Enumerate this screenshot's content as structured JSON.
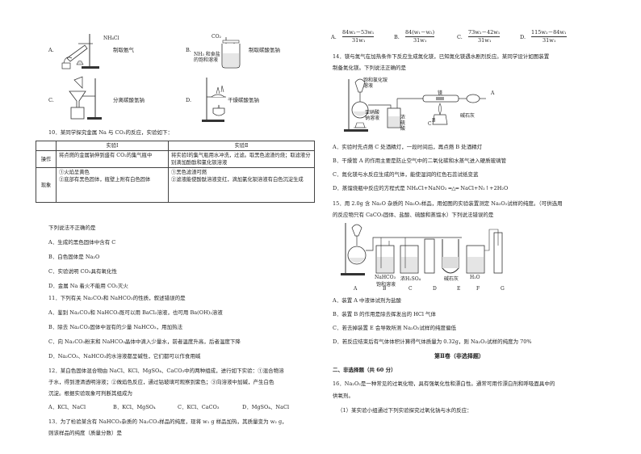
{
  "q9_items": [
    {
      "letter": "A.",
      "desc": "制取氨气",
      "reagent": "NH₄Cl"
    },
    {
      "letter": "B.",
      "desc": "制取碳酸氢钠",
      "reagent_top": "CO₂",
      "reagent_bottom1": "NH₃ 和食盐",
      "reagent_bottom2": "的饱和溶液"
    },
    {
      "letter": "C.",
      "desc": "分离碳酸氢钠"
    },
    {
      "letter": "D.",
      "desc": "干燥碳酸氢钠"
    }
  ],
  "q10": {
    "stem": "10．某同学探究金属 Na 与 CO₂的反应，实验如下：",
    "col1": "实验Ⅰ",
    "col2": "实验Ⅱ",
    "row1_head": "操作",
    "row1_c1": "将点燃的金属钠伸到盛有 CO₂的集气瓶中",
    "row1_c2": "将实验Ⅰ的集气瓶用水冲洗，过滤。取黑色滤渣灼烧；取滤液分别滴加酚酞和氯化钡溶液",
    "row2_head": "现象",
    "row2_c1a": "①火焰呈黄色",
    "row2_c1b": "②底部有黑色固体，瓶壁上附有白色固体",
    "row2_c2a": "①黑色滤渣可燃",
    "row2_c2b": "②滤液能使酚酞溶液变红，滴加氯化钡溶液有白色沉淀生成",
    "prompt": "下列说法不正确的是",
    "options": [
      "A．生成的黑色固体中含有 C",
      "B．白色固体是 Na₂O",
      "C．实验说明 CO₂具有氧化性",
      "D．金属 Na 着火不能用 CO₂灭火"
    ]
  },
  "q11": {
    "stem": "11．下列有关 Na₂CO₃和 NaHCO₃的性质，叙述错误的是",
    "options": [
      "A．鉴别 Na₂CO₃和 NaHCO₃既可以用 BaCl₂溶液，也可用 Ba(OH)₂溶液",
      "B．除去 Na₂CO₃固体中混有的少量 NaHCO₃，用加热法",
      "C．向 Na₂CO₃粉末和 NaHCO₃晶体中滴入少量水，前者温度升高，后者温度下降",
      "D．Na₂CO₃、NaHCO₃的水溶液都呈碱性，它们都可以作食用碱"
    ]
  },
  "q12": {
    "line1": "12．某白色固体混合物由 NaCl、KCl、MgSO₄、CaCO₃中的两种组成，进行如下实验：①混合物溶",
    "line2": "于水，得到澄清透明溶液；②做焰色反应，通过钴玻璃可观察到紫色；③向溶液中加碱，产生白色",
    "line3": "沉淀。根据实验现象可判断其组成为",
    "options": [
      "A．KCl、NaCl",
      "B．KCl、MgSO₄",
      "C．KCl、CaCO₃",
      "D．MgSO₄、NaCl"
    ]
  },
  "q13": {
    "line1": "13．为了检验某含有 NaHCO₃杂质的 Na₂CO₃样品的纯度，现将 w₁ g 样品加热，其质量变为 w₂ g，",
    "line2": "则该样品的纯度（质量分数）是",
    "opts": [
      {
        "letter": "A.",
        "num": "84w₂－53w₁",
        "den": "31w₁"
      },
      {
        "letter": "B.",
        "num": "84(w₁－w₂)",
        "den": "31w₁"
      },
      {
        "letter": "C.",
        "num": "73w₂－42w₁",
        "den": "31w₁"
      },
      {
        "letter": "D.",
        "num": "115w₂－84w₁",
        "den": "31w₁"
      }
    ]
  },
  "q14": {
    "line1": "14．镁与氮气在加热条件下反应生成氮化镁，已知氮化镁遇水剧烈反应。某同学设计如图装置",
    "line2": "制备氮化镁。下列说法正确的是",
    "labels": {
      "sat": "饱和氯化铵",
      "sol": "溶液",
      "mg": "镁",
      "nano2a": "亚硝酸",
      "nano2b": "钠溶液",
      "h2so4a": "浓",
      "h2so4b": "硫",
      "h2so4c": "酸",
      "lime": "碱石灰",
      "a": "A",
      "b": "B",
      "c": "C"
    },
    "options": [
      "A．实验时先点燃 C 处酒精灯，一段时间后，再点燃 B 处酒精灯",
      "B．干燥管 A 的作用主要是防止空气中的二氧化碳和水蒸气进入硬质玻璃管",
      "C．氮化镁与水反应生成的气体，能使湿润的红色石蕊试纸变蓝",
      "D．蒸馏烧瓶中反应的方程式是 NH₄Cl+NaNO₂ ═△═ NaCl+N₂↑+2H₂O"
    ]
  },
  "q15": {
    "line1": "15．用 2.0g 含 Na₂O 杂质的 Na₂O₂样品，用如图的实验装置测定 Na₂O₂试样的纯度。（可供选用",
    "line2": "的反应物只有 CaCO₃固体、盐酸、硫酸和蒸馏水）下列说法错误的是",
    "labels": {
      "nahco3": "NaHCO₃",
      "sat": "饱和溶液",
      "h2so4": "浓H₂SO₄",
      "lime": "碱石灰",
      "h2o": "H₂O",
      "a": "A",
      "b": "B",
      "c": "C",
      "d": "D",
      "e": "E",
      "f": "F",
      "g": "G"
    },
    "options": [
      "A．装置 A 中液体试剂为盐酸",
      "B．装置 B 的作用是除去挥发出的 HCl 气体",
      "C．若去掉装置 E 会导致所测 Na₂O₂试样的纯度偏低",
      "D．若反应结束后有气体体积计算得气体质量为 0.32g，则 Na₂O₂试样的纯度为 70%"
    ]
  },
  "part2_title": "第Ⅱ卷（非选择题）",
  "section2": "二、非选择题（共 60 分）",
  "q16": {
    "line1": "16．Na₂O₂是一种常见的过氧化物，具有强氧化性和漂白性。通常可用作漂白剂和呼吸面具中的",
    "line2": "供氧剂。",
    "sub1": "（1）某实验小组通过下列实验探究过氧化钠与水的反应："
  }
}
